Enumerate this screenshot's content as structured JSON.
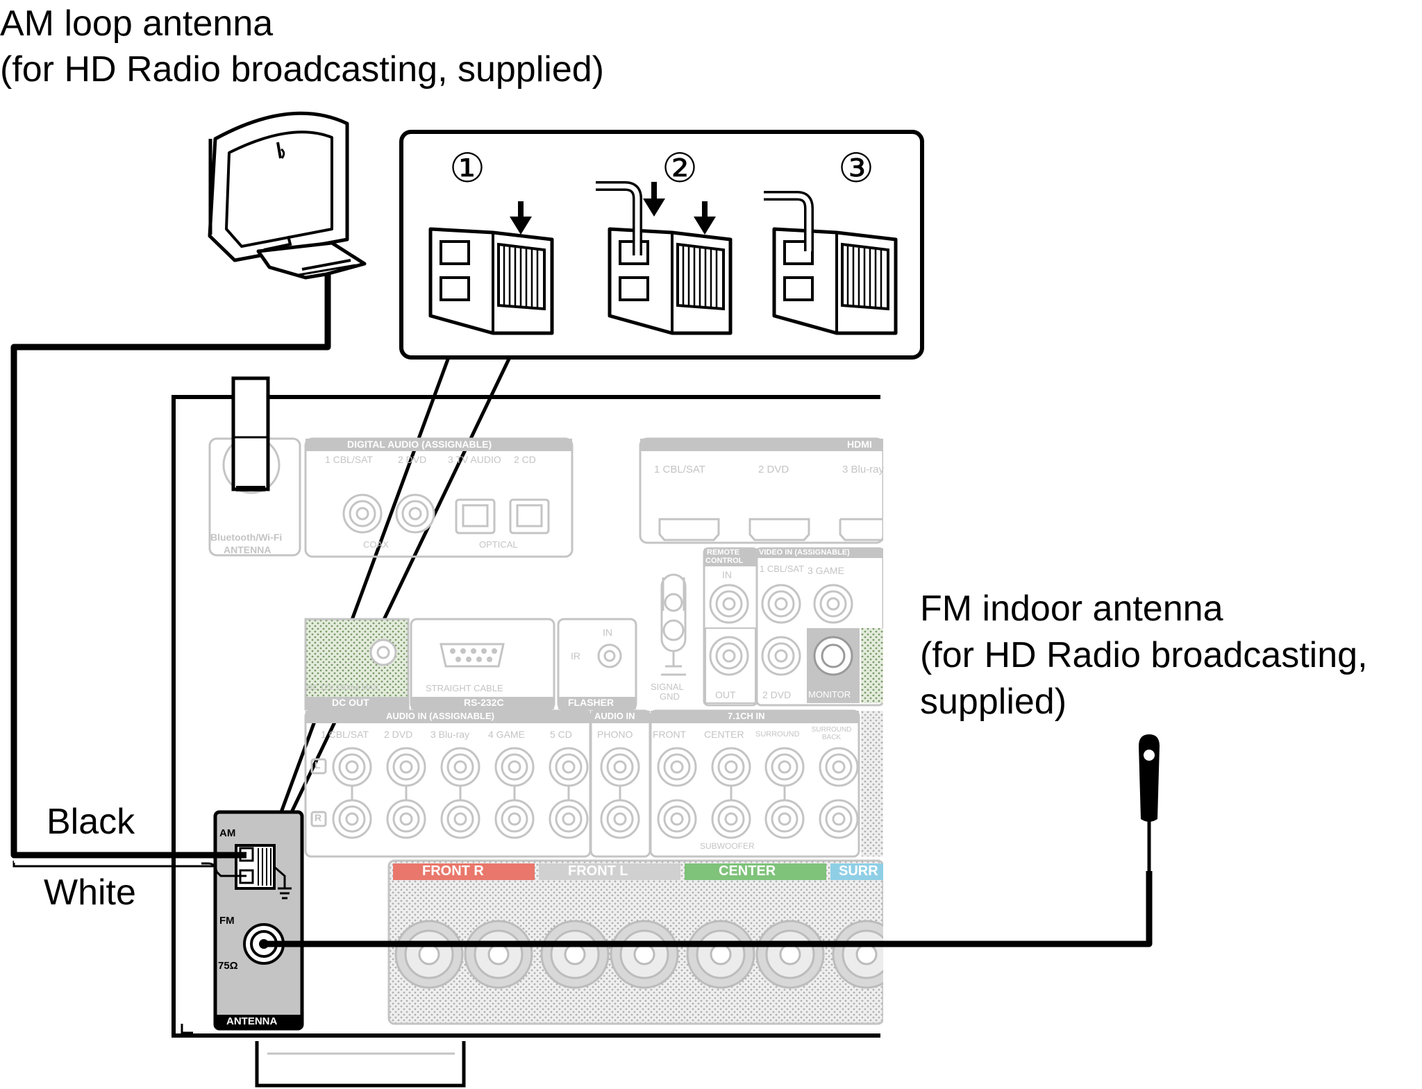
{
  "labels": {
    "am_title": "AM loop antenna",
    "am_sub": "(for HD Radio broadcasting, supplied)",
    "fm_title": "FM indoor antenna",
    "fm_sub1": "(for HD Radio broadcasting,",
    "fm_sub2": "supplied)",
    "black": "Black",
    "white": "White"
  },
  "steps": [
    "①",
    "②",
    "③"
  ],
  "panel": {
    "am": "AM",
    "fm": "FM",
    "ohm": "75Ω",
    "antenna": "ANTENNA"
  },
  "rear": {
    "bt_label_1": "Bluetooth/Wi-Fi",
    "bt_label_2": "ANTENNA",
    "digital_audio": "DIGITAL AUDIO (ASSIGNABLE)",
    "digital_inputs": [
      "1 CBL/SAT",
      "2 DVD",
      "3 TV AUDIO",
      "2 CD"
    ],
    "coax": "COAX",
    "optical": "OPTICAL",
    "hdmi": "HDMI",
    "hdmi_inputs": [
      "1 CBL/SAT",
      "2 DVD",
      "3 Blu-ray"
    ],
    "remote_control": [
      "REMOTE",
      "CONTROL"
    ],
    "remote_in": "IN",
    "remote_out": "OUT",
    "video_in": "VIDEO IN (ASSIGNABLE)",
    "video_inputs": [
      "1 CBL/SAT",
      "3 GAME",
      "2 DVD"
    ],
    "monitor": "MONITOR",
    "dc_out": "DC OUT",
    "dc_spec": "DC 12V 150mA MAX.",
    "straight_cable": "STRAIGHT CABLE",
    "rs232c": "RS-232C",
    "ir": "IR",
    "flasher_in": "IN",
    "flasher": "FLASHER",
    "signal_gnd": [
      "SIGNAL",
      "GND"
    ],
    "audio_in": "AUDIO IN (ASSIGNABLE)",
    "audio_inputs": [
      "1 CBL/SAT",
      "2 DVD",
      "3 Blu-ray",
      "4 GAME",
      "5 CD"
    ],
    "audio_in_phono": "AUDIO IN",
    "phono": "PHONO",
    "ch71_in": "7.1CH IN",
    "ch71_inputs": [
      "FRONT",
      "CENTER",
      "SURROUND",
      "SURROUND BACK"
    ],
    "subwoofer": "SUBWOOFER",
    "lr": [
      "L",
      "R"
    ],
    "speakers": [
      "FRONT R",
      "FRONT L",
      "CENTER",
      "SURR"
    ],
    "speaker_colors": [
      "#e9776b",
      "#d0d0d0",
      "#7fc27a",
      "#8fcfe6"
    ]
  }
}
